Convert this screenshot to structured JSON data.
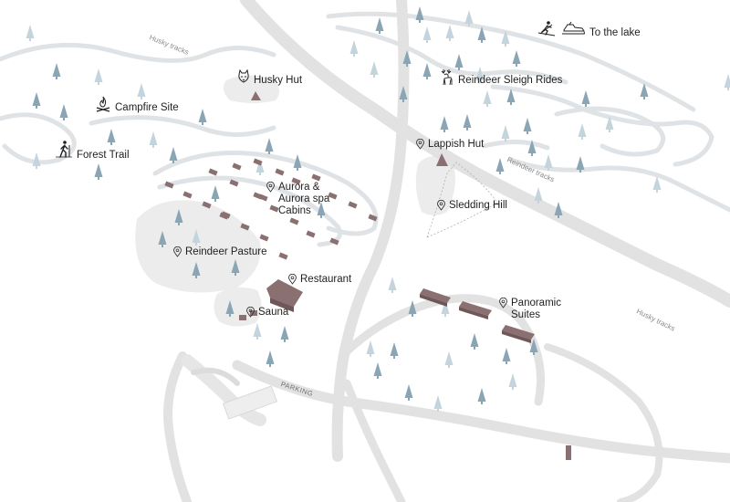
{
  "map": {
    "labels": {
      "husky_hut": "Husky Hut",
      "campfire_site": "Campfire Site",
      "forest_trail": "Forest Trail",
      "aurora_cabins_line1": "Aurora &",
      "aurora_cabins_line2": "Aurora spa",
      "aurora_cabins_line3": "Cabins",
      "reindeer_pasture": "Reindeer Pasture",
      "restaurant": "Restaurant",
      "sauna": "Sauna",
      "lappish_hut": "Lappish Hut",
      "sledding_hill": "Sledding Hill",
      "reindeer_sleigh_rides": "Reindeer Sleigh Rides",
      "to_the_lake": "To the lake",
      "panoramic_suites_line1": "Panoramic",
      "panoramic_suites_line2": "Suites"
    },
    "trails": {
      "husky_tracks_top": "Husky tracks",
      "husky_tracks_right": "Husky tracks",
      "reindeer_tracks": "Reindeer tracks"
    },
    "parking": "PARKING",
    "icons": {
      "location_pin": "location-pin-icon",
      "husky": "husky-dog-icon",
      "campfire": "campfire-icon",
      "hiker": "hiker-icon",
      "reindeer": "reindeer-icon",
      "skier": "skier-icon",
      "snowmobile": "snowmobile-icon"
    },
    "colors": {
      "road": "#e3e3e3",
      "trail": "#d7dcdf",
      "tree": "#8aa6b5",
      "tree_light": "#c4d4dd",
      "cabin": "#8b7072",
      "area": "#ececec",
      "text": "#1f1f1f"
    }
  }
}
